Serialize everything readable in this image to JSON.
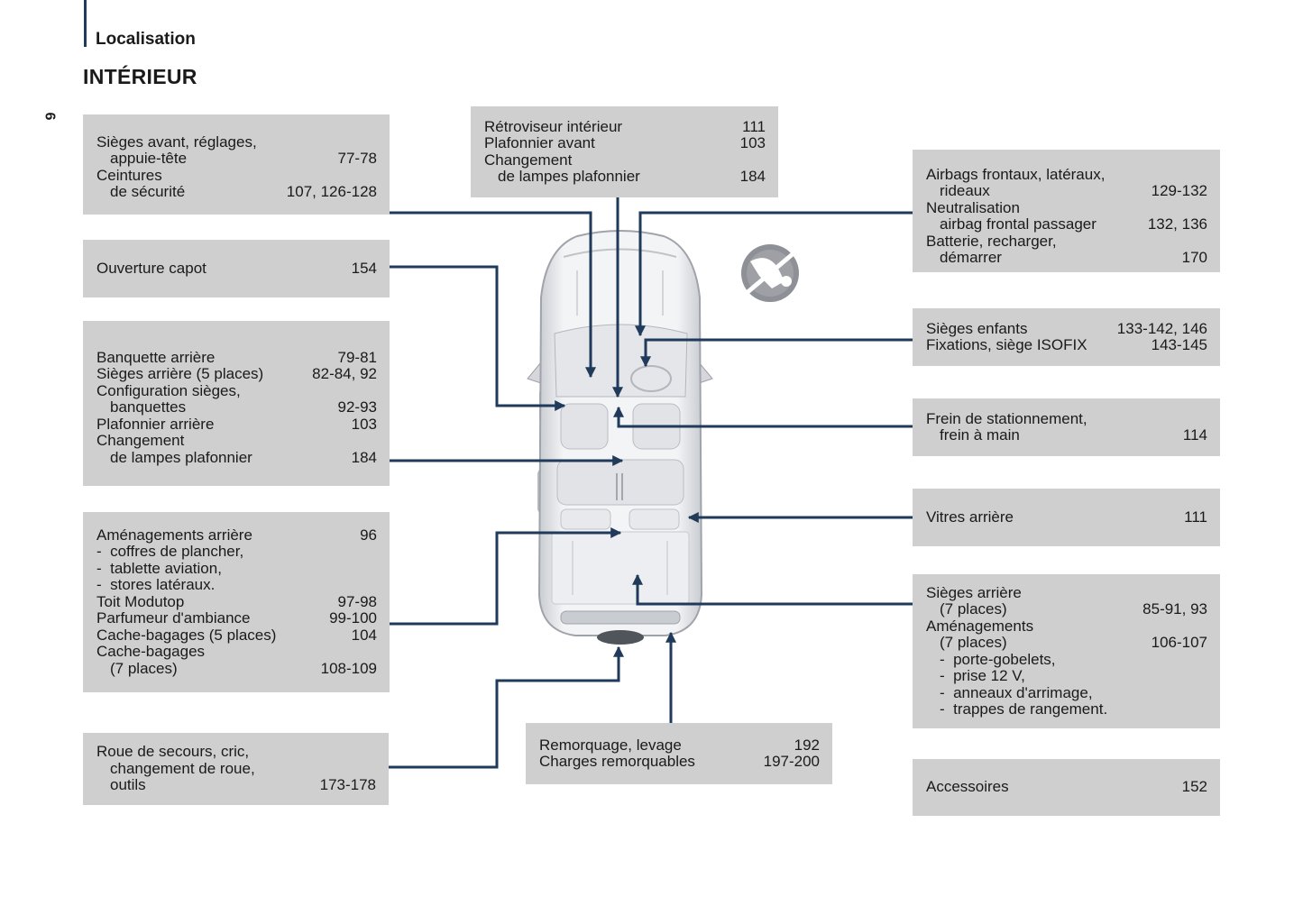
{
  "header": {
    "section": "Localisation",
    "title": "INTÉRIEUR",
    "page_number": "6"
  },
  "boxes": {
    "front_seats": [
      {
        "label": "Sièges avant, réglages,",
        "page": ""
      },
      {
        "label": "appuie-tête",
        "page": "77-78",
        "indent": true
      },
      {
        "label": "Ceintures",
        "page": ""
      },
      {
        "label": "de sécurité",
        "page": "107, 126-128",
        "indent": true
      }
    ],
    "bonnet": [
      {
        "label": "Ouverture capot",
        "page": "154"
      }
    ],
    "rear_bench": [
      {
        "label": "Banquette arrière",
        "page": "79-81"
      },
      {
        "label": "Sièges arrière (5 places)",
        "page": "82-84, 92"
      },
      {
        "label": "Configuration sièges,",
        "page": ""
      },
      {
        "label": "banquettes",
        "page": "92-93",
        "indent": true
      },
      {
        "label": "Plafonnier arrière",
        "page": "103"
      },
      {
        "label": "Changement",
        "page": ""
      },
      {
        "label": "de lampes plafonnier",
        "page": "184",
        "indent": true
      }
    ],
    "rear_fittings": [
      {
        "label": "Aménagements arrière",
        "page": "96"
      },
      {
        "label": "-  coffres de plancher,",
        "page": ""
      },
      {
        "label": "-  tablette aviation,",
        "page": ""
      },
      {
        "label": "-  stores latéraux.",
        "page": ""
      },
      {
        "label": "Toit Modutop",
        "page": "97-98"
      },
      {
        "label": "Parfumeur d'ambiance",
        "page": "99-100"
      },
      {
        "label": "Cache-bagages (5 places)",
        "page": "104"
      },
      {
        "label": "Cache-bagages",
        "page": ""
      },
      {
        "label": "(7 places)",
        "page": "108-109",
        "indent": true
      }
    ],
    "spare_wheel": [
      {
        "label": "Roue de secours, cric,",
        "page": ""
      },
      {
        "label": "changement de roue,",
        "page": "",
        "indent": true
      },
      {
        "label": "outils",
        "page": "173-178",
        "indent": true
      }
    ],
    "mirror": [
      {
        "label": "Rétroviseur intérieur",
        "page": "111"
      },
      {
        "label": "Plafonnier avant",
        "page": "103"
      },
      {
        "label": "Changement",
        "page": ""
      },
      {
        "label": "de lampes plafonnier",
        "page": "184",
        "indent": true
      }
    ],
    "towing": [
      {
        "label": "Remorquage, levage",
        "page": "192"
      },
      {
        "label": "Charges remorquables",
        "page": "197-200"
      }
    ],
    "airbags": [
      {
        "label": "Airbags frontaux, latéraux,",
        "page": ""
      },
      {
        "label": "rideaux",
        "page": "129-132",
        "indent": true
      },
      {
        "label": "Neutralisation",
        "page": ""
      },
      {
        "label": "airbag frontal passager",
        "page": "132, 136",
        "indent": true
      },
      {
        "label": "Batterie, recharger,",
        "page": ""
      },
      {
        "label": "démarrer",
        "page": "170",
        "indent": true
      }
    ],
    "child_seats": [
      {
        "label": "Sièges enfants",
        "page": "133-142, 146"
      },
      {
        "label": "Fixations, siège ISOFIX",
        "page": "143-145"
      }
    ],
    "parking_brake": [
      {
        "label": "Frein de stationnement,",
        "page": ""
      },
      {
        "label": "frein à main",
        "page": "114",
        "indent": true
      }
    ],
    "rear_windows": [
      {
        "label": "Vitres arrière",
        "page": "111"
      }
    ],
    "rear_seats_7": [
      {
        "label": "Sièges arrière",
        "page": ""
      },
      {
        "label": "(7 places)",
        "page": "85-91, 93",
        "indent": true
      },
      {
        "label": "Aménagements",
        "page": ""
      },
      {
        "label": "(7 places)",
        "page": "106-107",
        "indent": true
      },
      {
        "label": "-  porte-gobelets,",
        "page": "",
        "indent": true
      },
      {
        "label": "-  prise 12 V,",
        "page": "",
        "indent": true
      },
      {
        "label": "-  anneaux d'arrimage,",
        "page": "",
        "indent": true
      },
      {
        "label": "-  trappes de rangement.",
        "page": "",
        "indent": true
      }
    ],
    "accessories": [
      {
        "label": "Accessoires",
        "page": "152"
      }
    ]
  },
  "colors": {
    "box_bg": "#cfcfd0",
    "leader": "#1f3a5a",
    "text": "#1a1a1a"
  },
  "icons": {
    "child_seat_warning": "child-seat-icon",
    "car_top_view": "car-top-view-illustration"
  }
}
